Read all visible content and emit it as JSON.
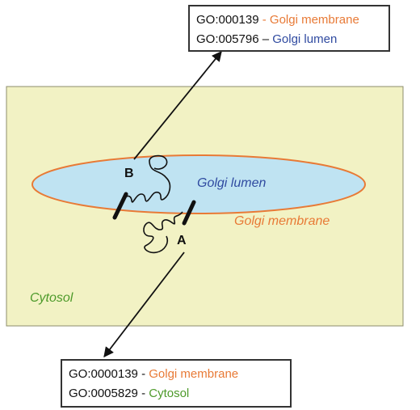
{
  "colors": {
    "cytosol_fill": "#f2f2c4",
    "lumen_fill": "#bfe3f2",
    "membrane": "#e87a36",
    "lumen_text": "#2f4aa0",
    "cytosol_text": "#4d9a2a",
    "arrow": "#111111"
  },
  "regions": {
    "cytosol": "Cytosol",
    "lumen": "Golgi lumen",
    "membrane": "Golgi membrane"
  },
  "points": {
    "a": "A",
    "b": "B"
  },
  "box_b": {
    "rows": [
      {
        "id": "GO:000139",
        "sep": " - ",
        "term": "Golgi membrane",
        "color": "orange"
      },
      {
        "id": "GO:005796",
        "sep": " – ",
        "term": "Golgi lumen",
        "color": "blue"
      }
    ]
  },
  "box_a": {
    "rows": [
      {
        "id": "GO:0000139",
        "sep": " - ",
        "term": "Golgi membrane",
        "color": "orange"
      },
      {
        "id": "GO:0005829",
        "sep": " - ",
        "term": "Cytosol",
        "color": "green"
      }
    ]
  }
}
